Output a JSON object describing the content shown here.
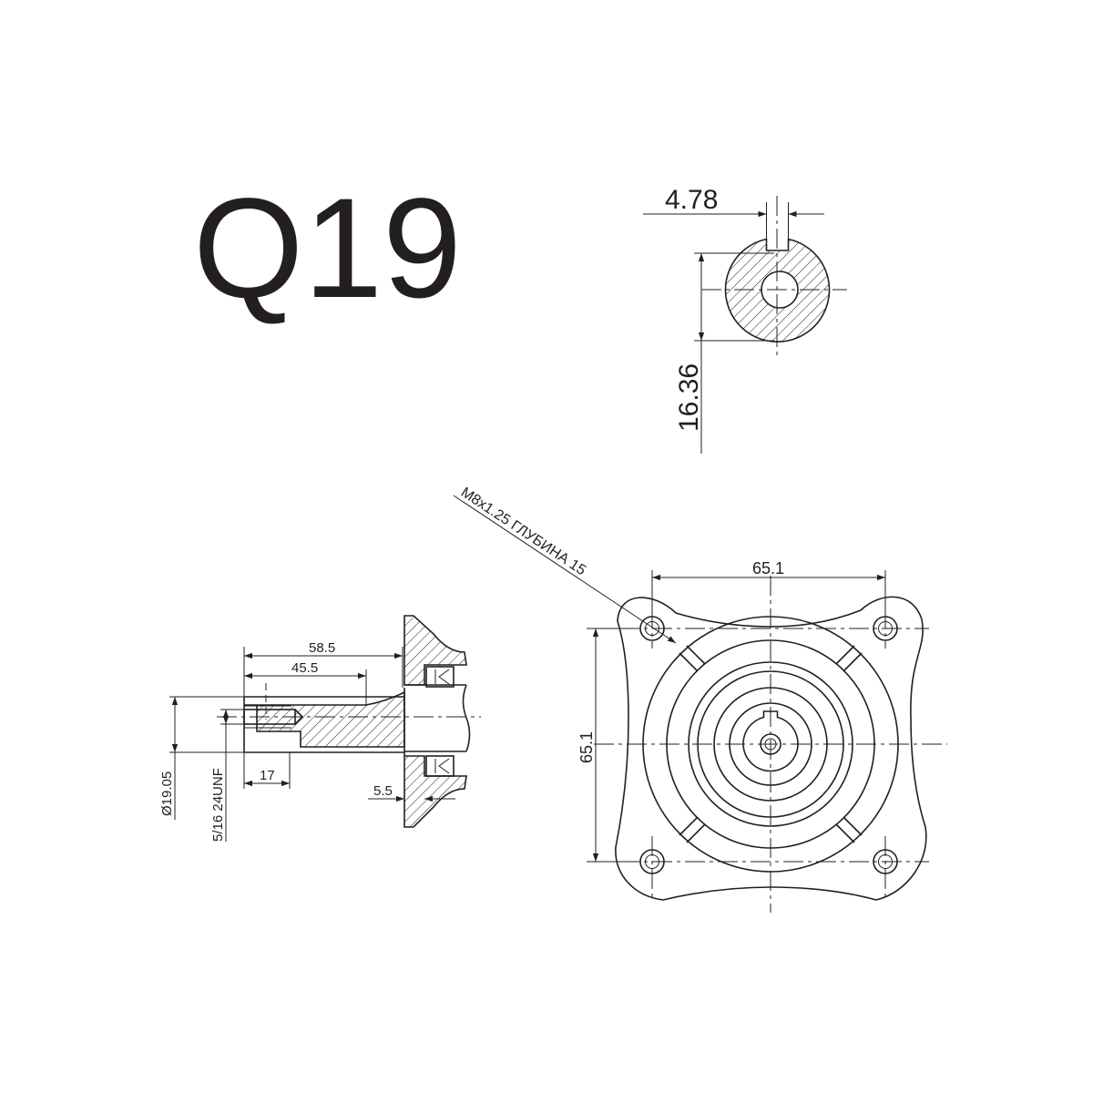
{
  "title": "Q19",
  "dimensions": {
    "key_width": "4.78",
    "key_depth": "16.36",
    "bolt_spacing_horizontal": "65.1",
    "bolt_spacing_vertical": "65.1",
    "thread_note": "M8x1.25 ГЛУБИНА 15",
    "shaft_length": "58.5",
    "keyway_length": "45.5",
    "thread_depth": "17",
    "flange_offset": "5.5",
    "shaft_diameter": "Ø19.05",
    "end_thread": "5/16 24UNF"
  }
}
